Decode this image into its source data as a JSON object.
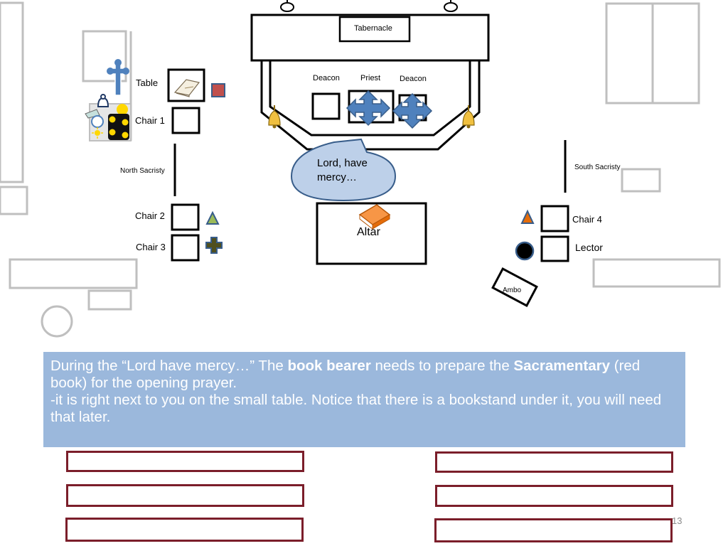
{
  "tabernacle": "Tabernacle",
  "sanctuary": {
    "deacon_left": "Deacon",
    "priest": "Priest",
    "deacon_right": "Deacon"
  },
  "north_side": {
    "table": "Table",
    "chair1": "Chair 1",
    "sacristy": "North Sacristy",
    "chair2": "Chair 2",
    "chair3": "Chair 3"
  },
  "south_side": {
    "sacristy": "South Sacristy",
    "chair4": "Chair 4",
    "lector": "Lector",
    "ambo": "Ambo"
  },
  "altar": "Altar",
  "speech_bubble": "Lord, have mercy…",
  "instruction": {
    "p1_a": "During the “Lord have mercy…” The ",
    "p1_b": "book bearer",
    "p1_c": " needs to prepare the ",
    "p1_d": "Sacramentary",
    "p1_e": " (red book) for the opening prayer.",
    "p2": "-it is right next to you on the small table. Notice that there is a bookstand under it, you will need that later."
  },
  "page_number": "13",
  "colors": {
    "marker_blue": "#4f81bd",
    "marker_orange": "#e46c0a",
    "marker_green": "#9bbb59",
    "marker_red": "#c0504d",
    "marker_olive": "#4f4f1f",
    "marker_yellow": "#ffd700",
    "pew_border": "#7b1e2a",
    "panel_bg": "#9bb8dc"
  }
}
